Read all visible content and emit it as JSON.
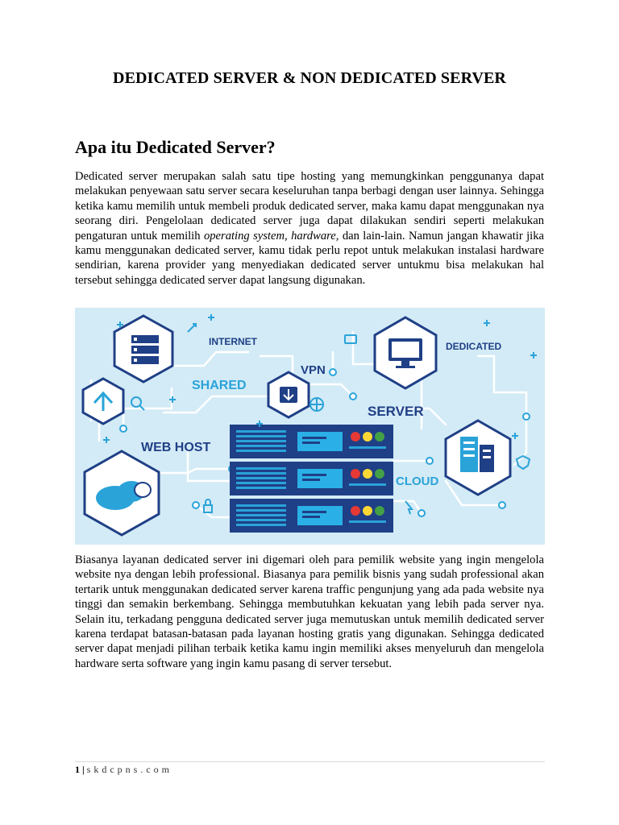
{
  "document": {
    "title": "DEDICATED SERVER & NON DEDICATED SERVER",
    "section_heading": "Apa itu Dedicated Server?",
    "para1_a": "Dedicated server merupakan salah satu tipe hosting yang memungkinkan penggunanya dapat melakukan penyewaan satu server secara keseluruhan tanpa berbagi dengan user lainnya. Sehingga ketika kamu memilih untuk membeli produk dedicated server, maka kamu dapat menggunakan nya seorang diri. Pengelolaan dedicated server juga dapat dilakukan sendiri seperti melakukan pengaturan untuk memilih ",
    "para1_em1": "operating system",
    "para1_sep": ", ",
    "para1_em2": "hardware",
    "para1_b": ", dan lain-lain. Namun jangan khawatir jika kamu menggunakan dedicated server, kamu tidak perlu repot untuk melakukan instalasi hardware sendirian, karena provider yang menyediakan dedicated server untukmu bisa melakukan hal tersebut sehingga dedicated server dapat langsung digunakan.",
    "para2": "Biasanya layanan dedicated server ini digemari oleh para pemilik website yang ingin mengelola website nya dengan lebih professional. Biasanya para pemilik bisnis yang sudah professional akan tertarik untuk menggunakan dedicated server karena traffic pengunjung yang ada pada website nya tinggi dan semakin berkembang. Sehingga membutuhkan kekuatan yang lebih pada server nya. Selain itu, terkadang pengguna dedicated server juga memutuskan untuk memilih dedicated server karena terdapat batasan-batasan pada layanan hosting gratis yang digunakan. Sehingga dedicated server dapat menjadi pilihan terbaik ketika kamu ingin memiliki akses menyeluruh dan mengelola hardware serta software yang ingin kamu pasang di server tersebut."
  },
  "figure": {
    "labels": {
      "internet": "INTERNET",
      "vpn": "VPN",
      "dedicated": "DEDICATED",
      "shared": "SHARED",
      "server": "SERVER",
      "web_host": "WEB HOST",
      "cloud": "CLOUD"
    },
    "colors": {
      "background": "#d3ebf6",
      "primary": "#1f3f86",
      "accent": "#2aa3d9",
      "line": "#ffffff",
      "server_screen": "#2ab0e6",
      "led_red": "#e53935",
      "led_yellow": "#fdd835",
      "led_green": "#43a047"
    }
  },
  "footer": {
    "page_number": "1",
    "separator": " | ",
    "site": "skdcpns.com"
  }
}
